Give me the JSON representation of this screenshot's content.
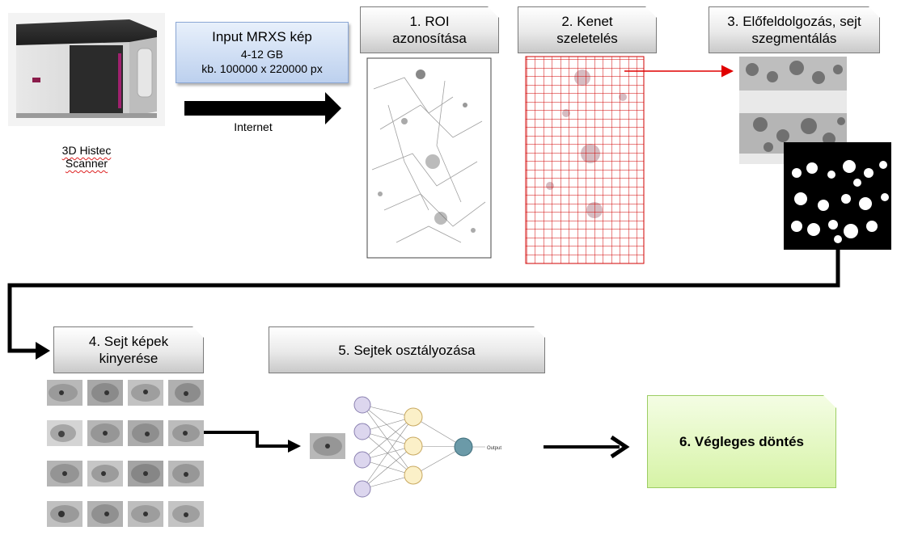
{
  "scanner": {
    "label_line1": "3D Histec",
    "label_line2": "Scanner",
    "icon": "scanner-device-icon"
  },
  "input": {
    "title": "Input MRXS kép",
    "size": "4-12 GB",
    "resolution": "kb. 100000 x 220000 px"
  },
  "transfer": {
    "label": "Internet"
  },
  "steps": {
    "s1": "1. ROI\nazonosítása",
    "s2": "2. Kenet\nszeletelés",
    "s3": "3. Előfeldolgozás, sejt\nszegmentálás",
    "s4": "4. Sejt képek\nkinyerése",
    "s5": "5. Sejtek osztályozása",
    "s6": "6. Végleges döntés"
  },
  "network": {
    "output_label": "Output"
  },
  "colors": {
    "input_box": "#bcd0ee",
    "final_box": "#d6f3a6",
    "grid_lines": "#d00000",
    "connector": "#000000",
    "highlight_arrow": "#e00000",
    "input_nodes": "#dcd6ee",
    "hidden_nodes": "#fbf0c8",
    "output_node": "#6b9aa8"
  }
}
